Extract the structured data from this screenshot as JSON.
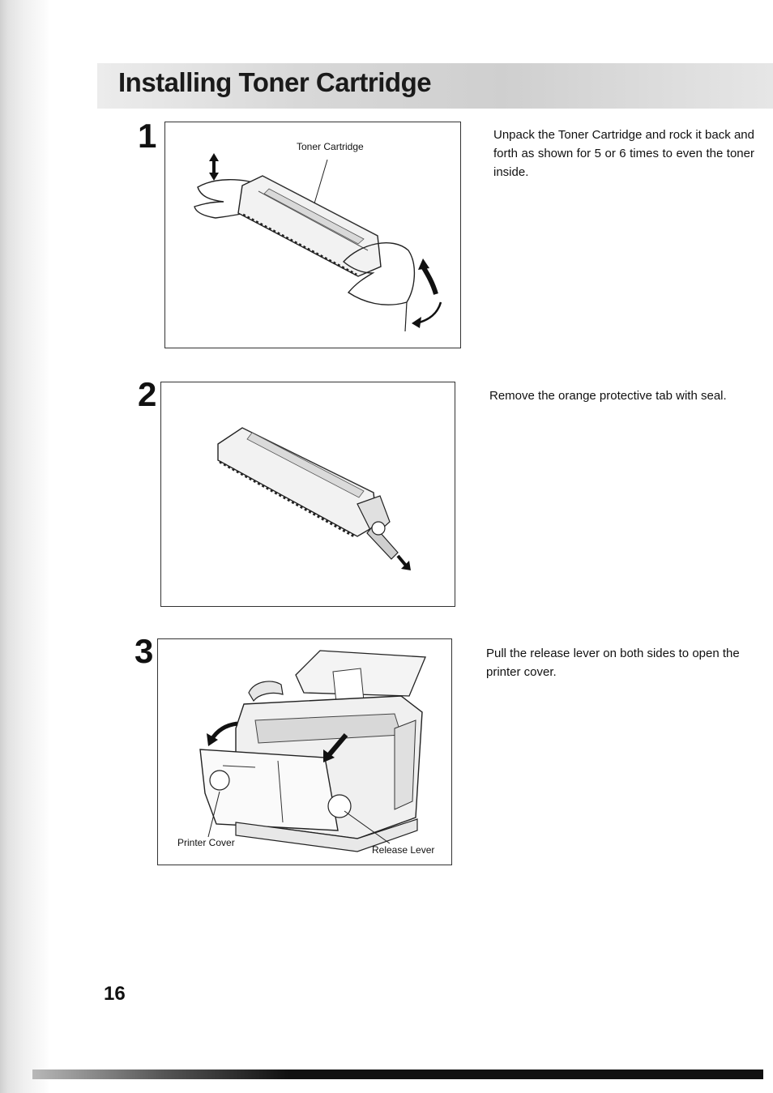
{
  "header": {
    "title": "Installing Toner Cartridge"
  },
  "steps": [
    {
      "number": "1",
      "figure": {
        "callouts": [
          "Toner Cartridge"
        ]
      },
      "text": "Unpack the Toner Cartridge and rock it back and forth as shown for 5 or 6 times to even the toner inside."
    },
    {
      "number": "2",
      "figure": {
        "callouts": []
      },
      "text": "Remove the orange protective tab with seal."
    },
    {
      "number": "3",
      "figure": {
        "callouts": [
          "Printer Cover",
          "Release Lever"
        ]
      },
      "text": "Pull the release lever on both sides to open the printer cover."
    }
  ],
  "footer": {
    "page_number": "16"
  }
}
